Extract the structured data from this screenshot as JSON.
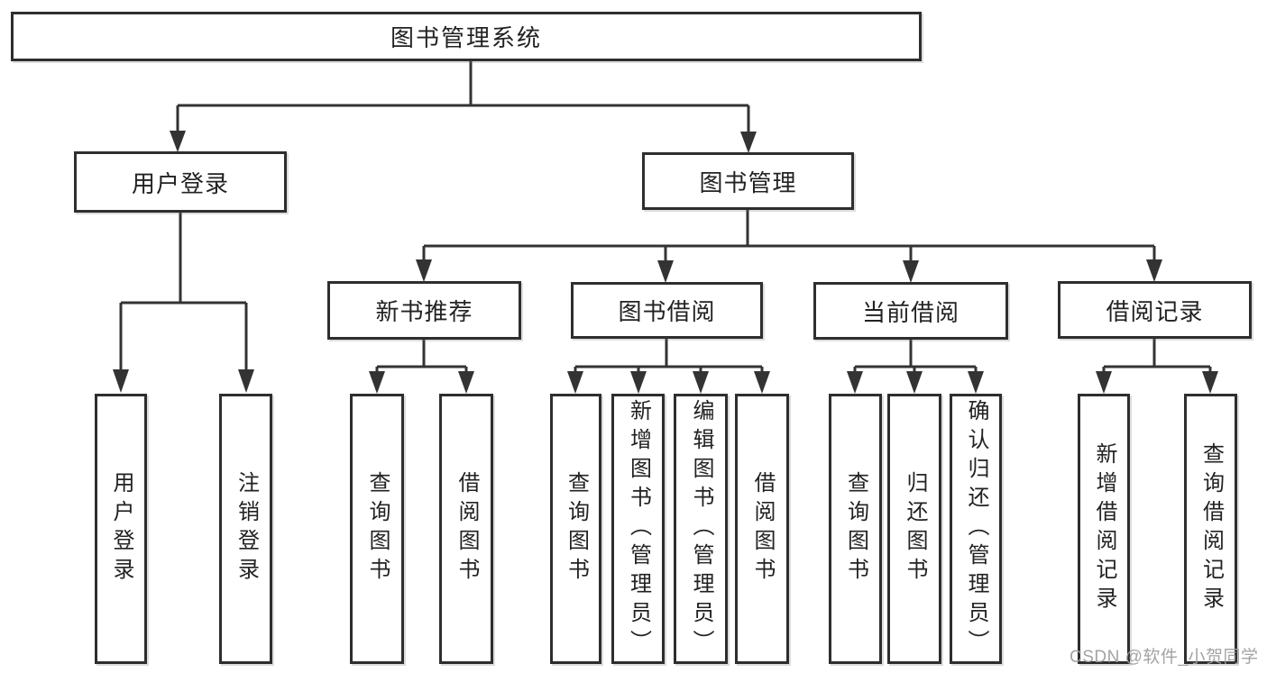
{
  "diagram": {
    "root": "图书管理系统",
    "userLogin": {
      "label": "用户登录",
      "children": [
        "用户登录",
        "注销登录"
      ]
    },
    "bookMgmt": {
      "label": "图书管理",
      "groups": [
        {
          "label": "新书推荐",
          "children": [
            "查询图书",
            "借阅图书"
          ]
        },
        {
          "label": "图书借阅",
          "children": [
            "查询图书",
            "新增图书（管理员）",
            "编辑图书（管理员）",
            "借阅图书"
          ]
        },
        {
          "label": "当前借阅",
          "children": [
            "查询图书",
            "归还图书",
            "确认归还（管理员）"
          ]
        },
        {
          "label": "借阅记录",
          "children": [
            "新增借阅记录",
            "查询借阅记录"
          ]
        }
      ]
    }
  },
  "watermark": "CSDN @软件_小贺同学",
  "colors": {
    "line": "#333333",
    "border": "#2e2e2e",
    "text": "#222222",
    "watermark": "#9e9e9e",
    "background": "#ffffff"
  }
}
